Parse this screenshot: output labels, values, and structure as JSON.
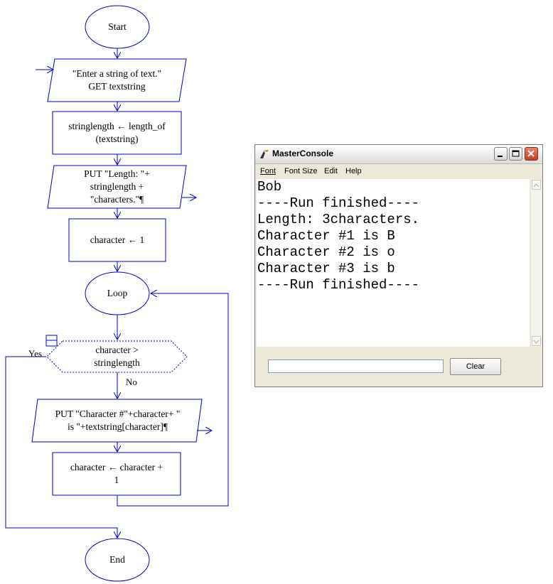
{
  "flowchart": {
    "start": "Start",
    "input_step": "\"Enter a string of text.\"\nGET textstring",
    "assign_length": "stringlength ← length_of\n(textstring)",
    "output_length": "PUT \"Length: \"+\nstringlength +\n\"characters.\"¶",
    "assign_character": "character ← 1",
    "loop": "Loop",
    "condition": "character >\nstringlength",
    "yes_label": "Yes",
    "no_label": "No",
    "output_character": "PUT \"Character #\"+character+ \"\nis \"+textstring[character]¶",
    "increment": "character ← character  +\n1",
    "end": "End"
  },
  "console": {
    "title": "MasterConsole",
    "menu": [
      "Font",
      "Font Size",
      "Edit",
      "Help"
    ],
    "lines": [
      "Bob",
      "----Run finished----",
      "Length: 3characters.",
      "Character #1 is B",
      "Character #2 is o",
      "Character #3 is b",
      "----Run finished----"
    ],
    "input_value": "",
    "clear_label": "Clear"
  }
}
